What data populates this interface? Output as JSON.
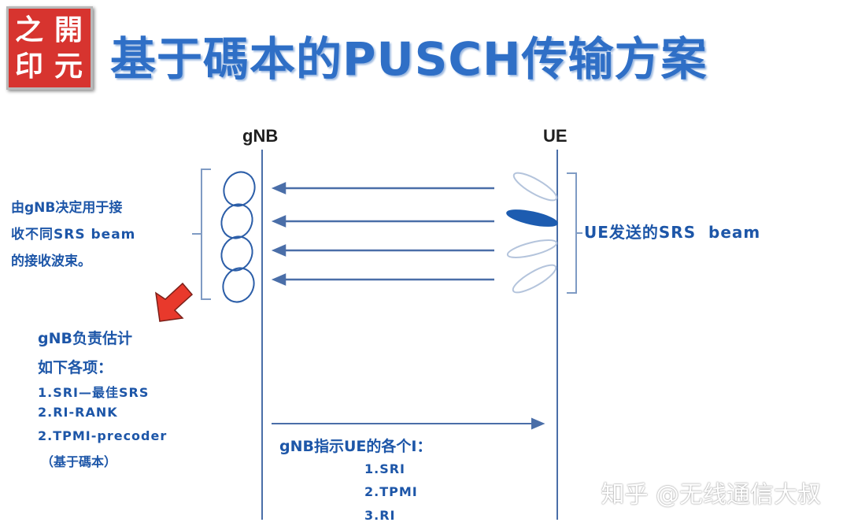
{
  "logo": {
    "chars": [
      "之",
      "開",
      "印",
      "元"
    ]
  },
  "title": "基于碼本的PUSCH传输方案",
  "diagram": {
    "gnb_label": "gNB",
    "ue_label": "UE",
    "left_note": [
      "由gNB决定用于接",
      "收不同SRS beam",
      "的接收波束。"
    ],
    "right_note": "UE发送的SRS  beam",
    "estimate_heading": [
      "gNB负责估计",
      "如下各项："
    ],
    "estimate_items": [
      "1.SRI—最佳SRS",
      "2.RI-RANK",
      "2.TPMI-precoder",
      "（基于碼本）"
    ],
    "indicate_heading": "gNB指示UE的各个I：",
    "indicate_items": [
      "1.SRI",
      "2.TPMI",
      "3.RI"
    ]
  },
  "watermark": "知乎 @无线通信大叔",
  "colors": {
    "title": "#2f6fc6",
    "text": "#1d56a8",
    "arrow": "#4a6ea8",
    "beam_active": "#1d5cb0",
    "pointer": "#e8392c"
  }
}
